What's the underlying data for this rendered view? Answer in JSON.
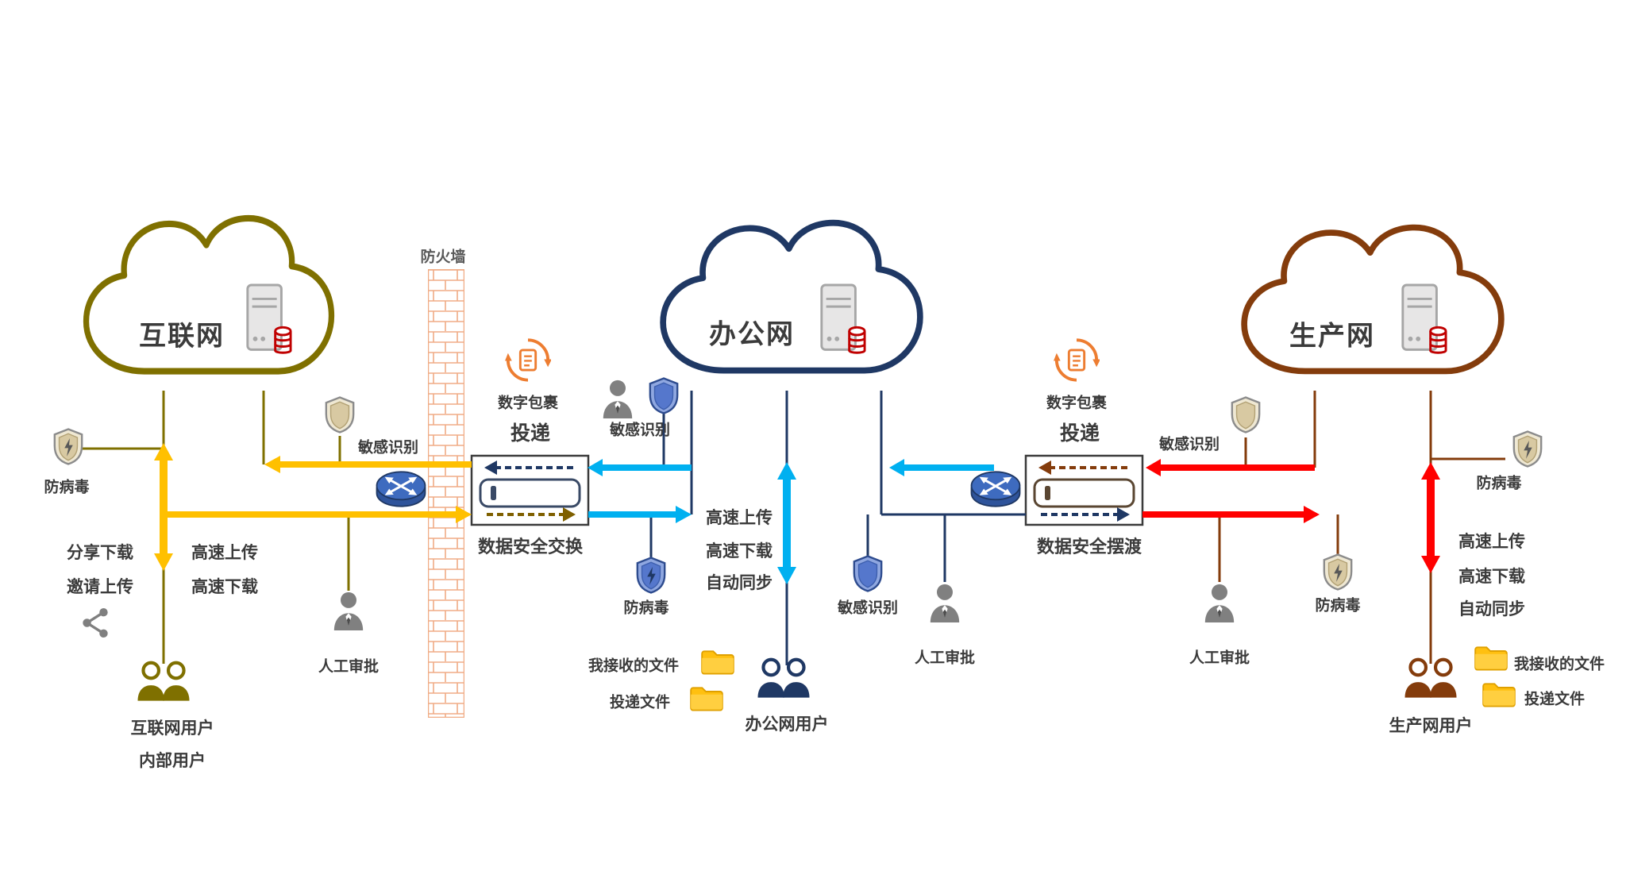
{
  "clouds": {
    "internet": "互联网",
    "office": "办公网",
    "production": "生产网"
  },
  "firewall": "防火墙",
  "shared": {
    "antivirus": "防病毒",
    "sensitive_id": "敏感识别",
    "manual_approval": "人工审批",
    "fast_upload": "高速上传",
    "fast_download": "高速下载",
    "auto_sync": "自动同步",
    "received_files": "我接收的文件",
    "delivered_files": "投递文件",
    "digital_package": "数字包裹",
    "delivery": "投递"
  },
  "exchange_devices": {
    "left": "数据安全交换",
    "right": "数据安全摆渡"
  },
  "internet_side": {
    "share_download": "分享下载",
    "invite_upload": "邀请上传",
    "users_line1": "互联网用户",
    "users_line2": "内部用户"
  },
  "office_side": {
    "users": "办公网用户"
  },
  "production_side": {
    "users": "生产网用户"
  },
  "colors": {
    "internet_line": "#7F7000",
    "office_line": "#1F3864",
    "production_line": "#843C0C",
    "gold_arrow": "#FFC000",
    "cyan_arrow": "#00B0F0",
    "red_arrow": "#FF0000",
    "orange_icon": "#ED7D31",
    "brick": "#F0AC85",
    "gray_icon": "#7F7F7F",
    "folder_yellow": "#FFC010"
  },
  "icons": {
    "cloud-icon": "cloud outline",
    "server-db-icon": "server tower with red database",
    "brick-wall-icon": "firewall brick wall",
    "router-icon": "blue cylinder with crossed white arrows",
    "package-sync-icon": "orange circular arrows around document",
    "shield-icon": "security shield",
    "lightning-shield-icon": "shield with lightning bolt",
    "person-icon": "gray person with tie",
    "user-pair-icon": "two users",
    "share-icon": "share network dots",
    "folder-icon": "yellow folder"
  }
}
